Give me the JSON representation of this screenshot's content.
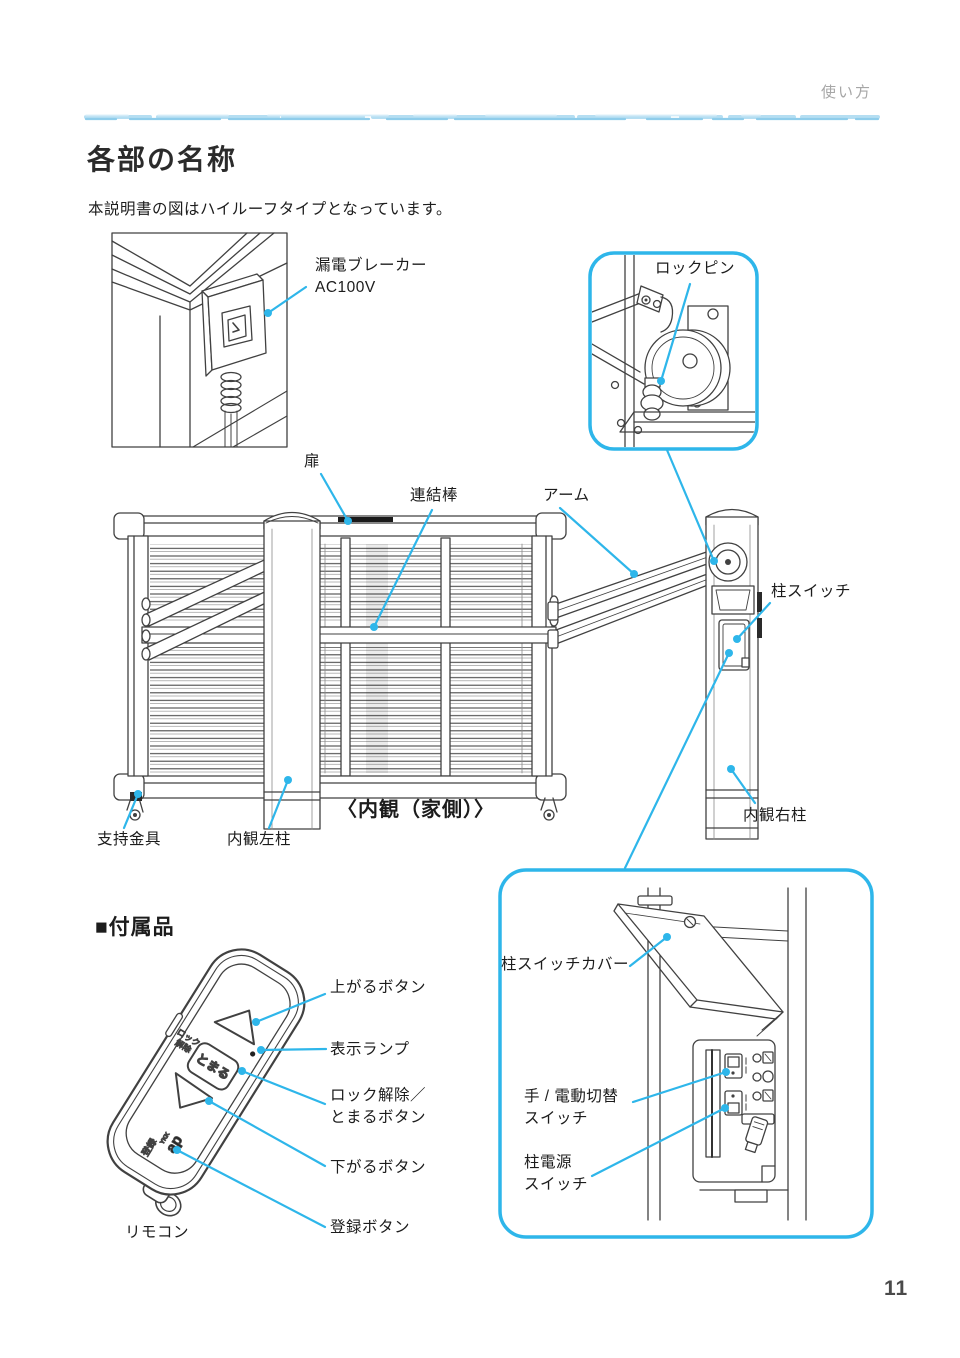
{
  "page": {
    "header": "使い方",
    "title": "各部の名称",
    "subtitle": "本説明書の図はハイルーフタイプとなっています。",
    "page_number": "11",
    "accent_color": "#2eb6ea",
    "brush_color": "#9fd4ee"
  },
  "main_diagram": {
    "labels": {
      "breaker_line1": "漏電ブレーカー",
      "breaker_line2": "AC100V",
      "lock_pin": "ロックピン",
      "door": "扉",
      "connecting_rod": "連結棒",
      "arm": "アーム",
      "pillar_switch": "柱スイッチ",
      "view_caption": "〈内観（家側）〉",
      "support_bracket": "支持金具",
      "left_pillar": "内観左柱",
      "right_pillar": "内観右柱"
    }
  },
  "accessories": {
    "heading": "■付属品",
    "remote_caption": "リモコン",
    "remote_face": {
      "lock_line1": "ロック",
      "lock_line2": "解除",
      "stop_button": "とまる",
      "brand_line1": "YKK",
      "brand_line2": "ap",
      "register": "登録"
    },
    "labels": {
      "up_button": "上がるボタン",
      "indicator_lamp": "表示ランプ",
      "lock_stop_line1": "ロック解除／",
      "lock_stop_line2": "とまるボタン",
      "down_button": "下がるボタン",
      "register_button": "登録ボタン"
    }
  },
  "switch_detail": {
    "labels": {
      "cover": "柱スイッチカバー",
      "mode_line1": "手 / 電動切替",
      "mode_line2": "スイッチ",
      "power_line1": "柱電源",
      "power_line2": "スイッチ"
    }
  }
}
